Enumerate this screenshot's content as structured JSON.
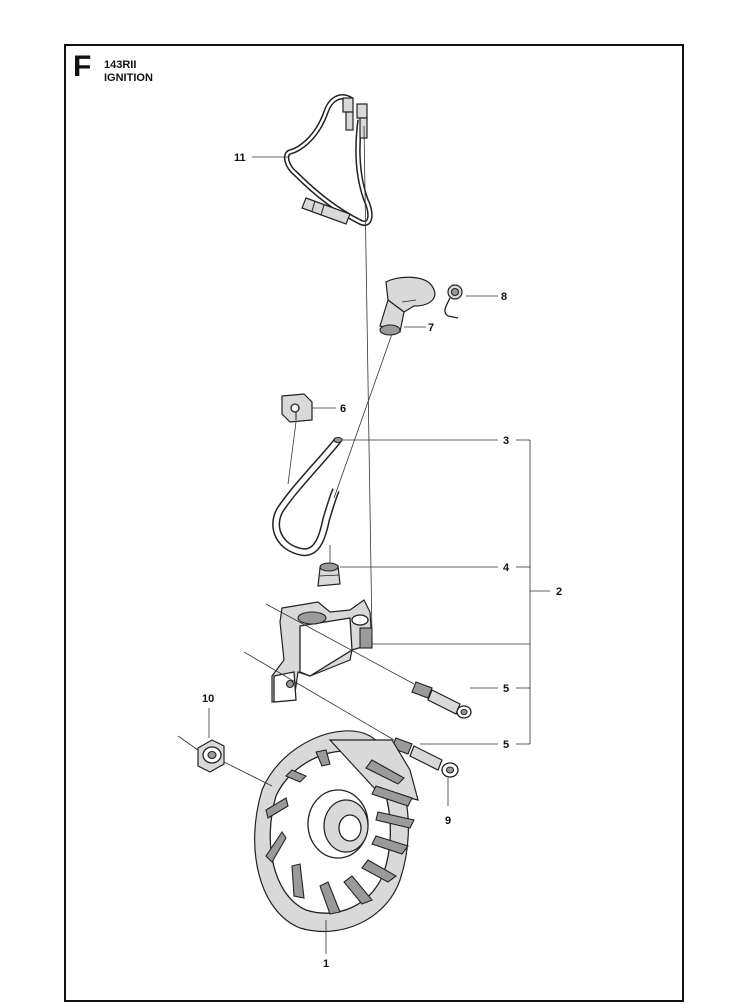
{
  "header": {
    "section_letter": "F",
    "model": "143RII",
    "subtitle": "IGNITION"
  },
  "callouts": [
    {
      "id": "c11",
      "label": "11"
    },
    {
      "id": "c8",
      "label": "8"
    },
    {
      "id": "c7",
      "label": "7"
    },
    {
      "id": "c6",
      "label": "6"
    },
    {
      "id": "c3",
      "label": "3"
    },
    {
      "id": "c2",
      "label": "2"
    },
    {
      "id": "c4",
      "label": "4"
    },
    {
      "id": "c5a",
      "label": "5"
    },
    {
      "id": "c10",
      "label": "10"
    },
    {
      "id": "c5b",
      "label": "5"
    },
    {
      "id": "c9",
      "label": "9"
    },
    {
      "id": "c1",
      "label": "1"
    }
  ]
}
